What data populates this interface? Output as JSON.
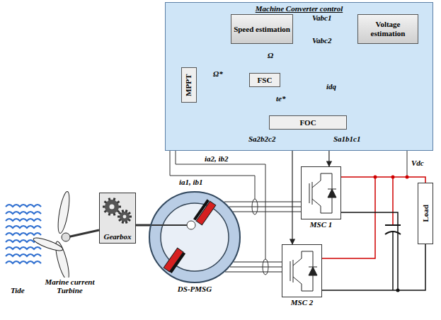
{
  "diagram": {
    "nodes": [
      {
        "text": [
          "Machine Converter control"
        ]
      },
      {
        "text": [
          "Speed estimation"
        ],
        "in": 0
      },
      {
        "text": [
          "Voltage estimation"
        ],
        "in": 0
      },
      {
        "text": [
          "MPPT"
        ],
        "in": 0
      },
      {
        "text": [
          "FSC"
        ],
        "in": 0
      },
      {
        "text": [
          "FOC"
        ],
        "in": 0
      },
      {
        "text": [
          "Gearbox"
        ]
      },
      {
        "text": [
          "DS-PMSG"
        ]
      },
      {
        "text": [
          "MSC 1"
        ]
      },
      {
        "text": [
          "MSC 2"
        ]
      },
      {
        "text": [
          "Load"
        ]
      }
    ],
    "edges": [
      {
        "from": 2,
        "to": 1,
        "arrow": "to",
        "label": "Vabc1"
      },
      {
        "from": 2,
        "to": 1,
        "arrow": "to",
        "label": "Vabc2"
      },
      {
        "from": 1,
        "to": 4,
        "arrow": "to",
        "label": "Ω"
      },
      {
        "from": 3,
        "to": 4,
        "arrow": "to",
        "label": "Ω*"
      },
      {
        "from": 4,
        "to": 5,
        "arrow": "to",
        "label": "te*"
      },
      {
        "from": 5,
        "to": 8,
        "arrow": "to",
        "label": "Sa1b1c1"
      },
      {
        "from": 5,
        "to": 9,
        "arrow": "to",
        "label": "Sa2b2c2"
      },
      {
        "from": 6,
        "to": 7,
        "arrow": "none"
      }
    ],
    "labels": [
      "idq",
      "ia1, ib1",
      "ia2, ib2",
      "Vdc",
      "Tide",
      "Marine current Turbine"
    ]
  }
}
